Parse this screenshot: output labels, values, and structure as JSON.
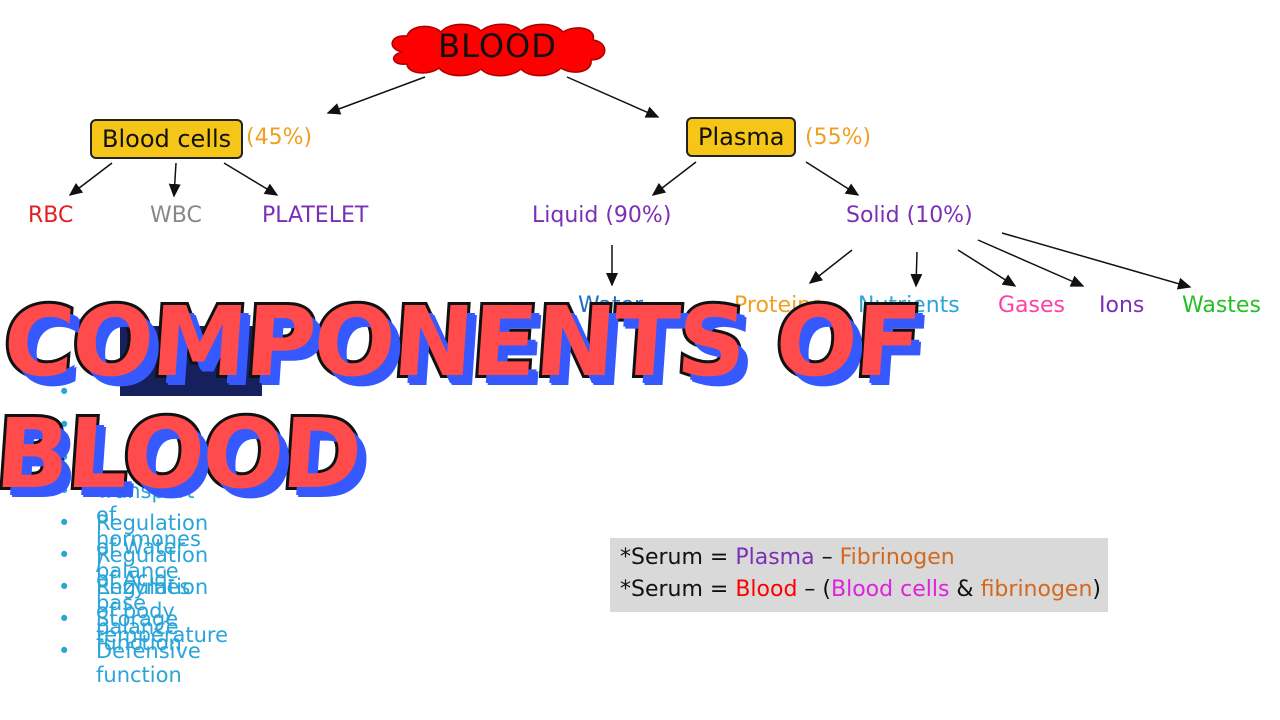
{
  "root": {
    "label": "BLOOD",
    "color": "#ff0000"
  },
  "blood_cells": {
    "label": "Blood cells",
    "pct": "(45%)"
  },
  "plasma": {
    "label": "Plasma",
    "pct": "(55%)"
  },
  "cells": {
    "rbc": {
      "label": "RBC",
      "color": "#e02020"
    },
    "wbc": {
      "label": "WBC",
      "color": "#888888"
    },
    "platelet": {
      "label": "PLATELET",
      "color": "#7b2fb5"
    }
  },
  "plasma_parts": {
    "liquid": {
      "label": "Liquid (90%)",
      "color": "#7b2fb5"
    },
    "solid": {
      "label": "Solid (10%)",
      "color": "#7b2fb5"
    }
  },
  "water": {
    "label": "Water",
    "color": "#1e6fbf"
  },
  "solids": [
    {
      "label": "Proteins",
      "color": "#f0a020"
    },
    {
      "label": "Nutrients",
      "color": "#2ba5d8"
    },
    {
      "label": "Gases",
      "color": "#ff3fa5"
    },
    {
      "label": "Ions",
      "color": "#7b2fb5"
    },
    {
      "label": "Wastes",
      "color": "#22c022"
    }
  ],
  "functions": [
    "Transport of hormones / Enzymes",
    "Regulation of Water balance",
    "Regulation of Acid-base balance",
    "Regulation of body temperature",
    "Storage function",
    "Defensive function"
  ],
  "bullet": "•",
  "serum": {
    "line1": {
      "prefix": "*Serum = ",
      "a": "Plasma",
      "op": " – ",
      "b": "Fibrinogen"
    },
    "line2": {
      "prefix": "*Serum = ",
      "a": "Blood",
      "op": " – (",
      "b": "Blood cells",
      "amp": " & ",
      "c": "fibrinogen",
      "close": ")"
    },
    "colors": {
      "plasma": "#7b2fb5",
      "fibrinogen": "#d2691e",
      "blood": "#ff0000",
      "blood_cells": "#e020e0"
    }
  },
  "headline": "COMPONENTS OF BLOOD"
}
